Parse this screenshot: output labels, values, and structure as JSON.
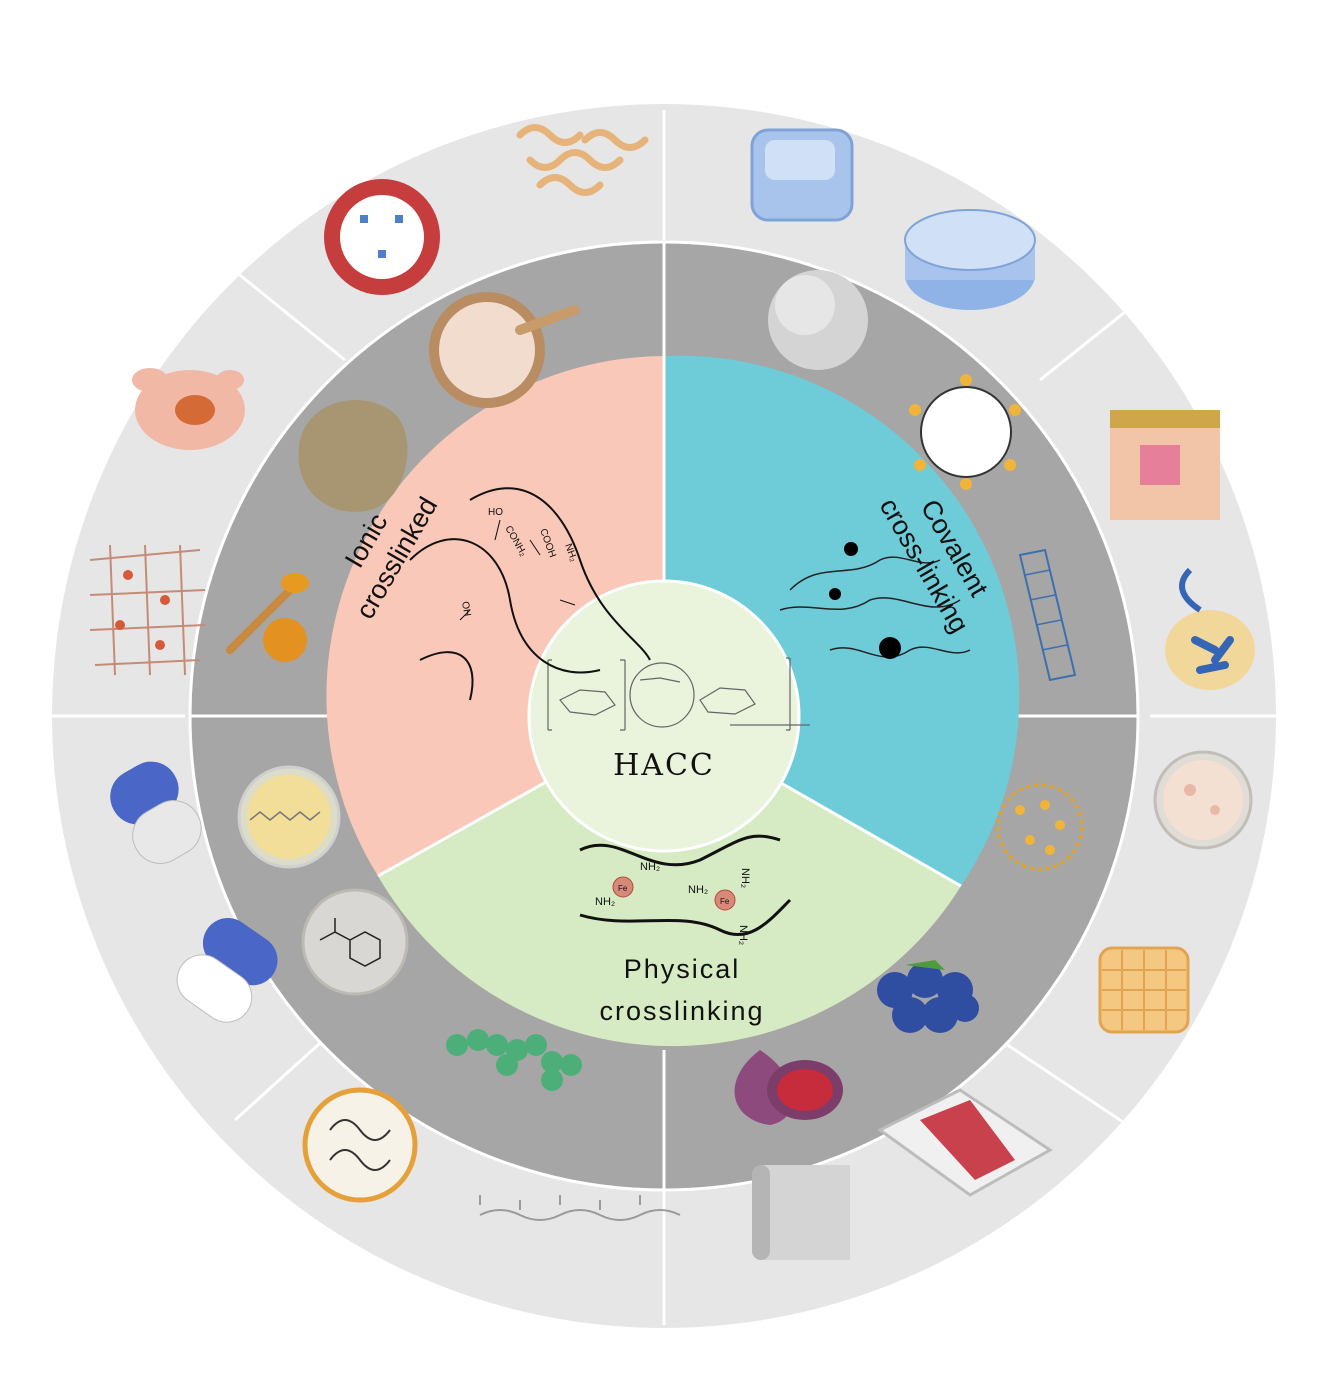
{
  "center": {
    "label": "HACC"
  },
  "segments": {
    "ionic": {
      "line1": "Ionic",
      "line2": "crosslinked"
    },
    "covalent": {
      "line1": "Covalent",
      "line2": "cross-linking"
    },
    "physical": {
      "line1": "Physical",
      "line2": "crosslinking"
    }
  },
  "chemistry": {
    "ionic_groups": [
      "COOH",
      "NH₂",
      "CONH₂",
      "HO",
      "OH"
    ],
    "physical_groups": [
      "NH₂",
      "NH₂",
      "NH₂",
      "NH₂",
      "NH₂"
    ],
    "metal_ion": "Fe"
  },
  "icons": {
    "outer_ring": [
      "nanoparticle-icon",
      "microgel-icon",
      "hydrogel-cube-icon",
      "hydrogel-cylinder-icon",
      "skin-tissue-icon",
      "bacteria-cell-icon",
      "petri-dish-icon",
      "biscuit-icon",
      "meat-packaging-icon",
      "film-roll-icon",
      "polymer-chain-icon",
      "liposome-icon",
      "capsule-icon",
      "capsule-icon",
      "polymer-network-icon",
      "emulsion-icon"
    ],
    "middle_ring": [
      "powder-bowl-icon",
      "soil-clump-icon",
      "turmeric-spoon-icon",
      "oil-dish-icon",
      "nicotinamide-icon",
      "green-beads-icon",
      "fig-icon",
      "blueberry-icon",
      "nanosphere-icon",
      "carbon-nanotube-icon",
      "micelle-icon",
      "gray-sphere-icon"
    ]
  },
  "colors": {
    "outer_ring": "#e6e6e6",
    "middle_ring": "#a6a6a6",
    "ionic": "#f9c8b8",
    "covalent": "#6ecbd8",
    "physical": "#d6ebc3",
    "center": "#eaf3dc"
  }
}
